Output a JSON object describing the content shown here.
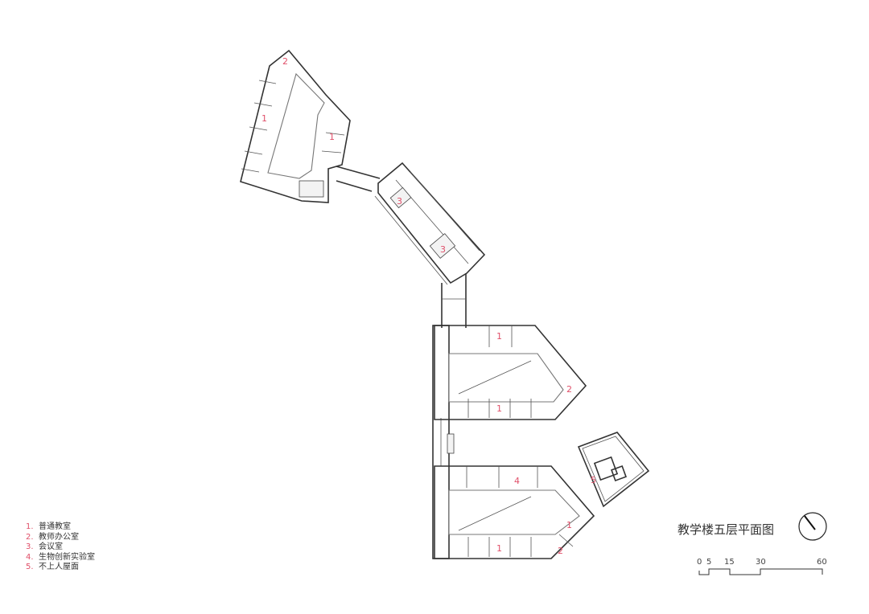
{
  "title": "教学楼五层平面图",
  "legend": [
    {
      "num": "1.",
      "label": "普通教室"
    },
    {
      "num": "2.",
      "label": "教师办公室"
    },
    {
      "num": "3.",
      "label": "会议室"
    },
    {
      "num": "4.",
      "label": "生物创新实验室"
    },
    {
      "num": "5.",
      "label": "不上人屋面"
    }
  ],
  "room_labels": {
    "north_2": "2",
    "north_1a": "1",
    "north_1b": "1",
    "mid_3a": "3",
    "mid_3b": "3",
    "upper_1a": "1",
    "upper_2": "2",
    "upper_1b": "1",
    "lower_4": "4",
    "roof_5": "5",
    "lower_1a": "1",
    "lower_2": "2",
    "lower_1b": "1"
  },
  "scale_bar": {
    "ticks": [
      "0",
      "5",
      "15",
      "30",
      "60"
    ]
  },
  "colors": {
    "label": "#e0506a",
    "line": "#333333"
  }
}
